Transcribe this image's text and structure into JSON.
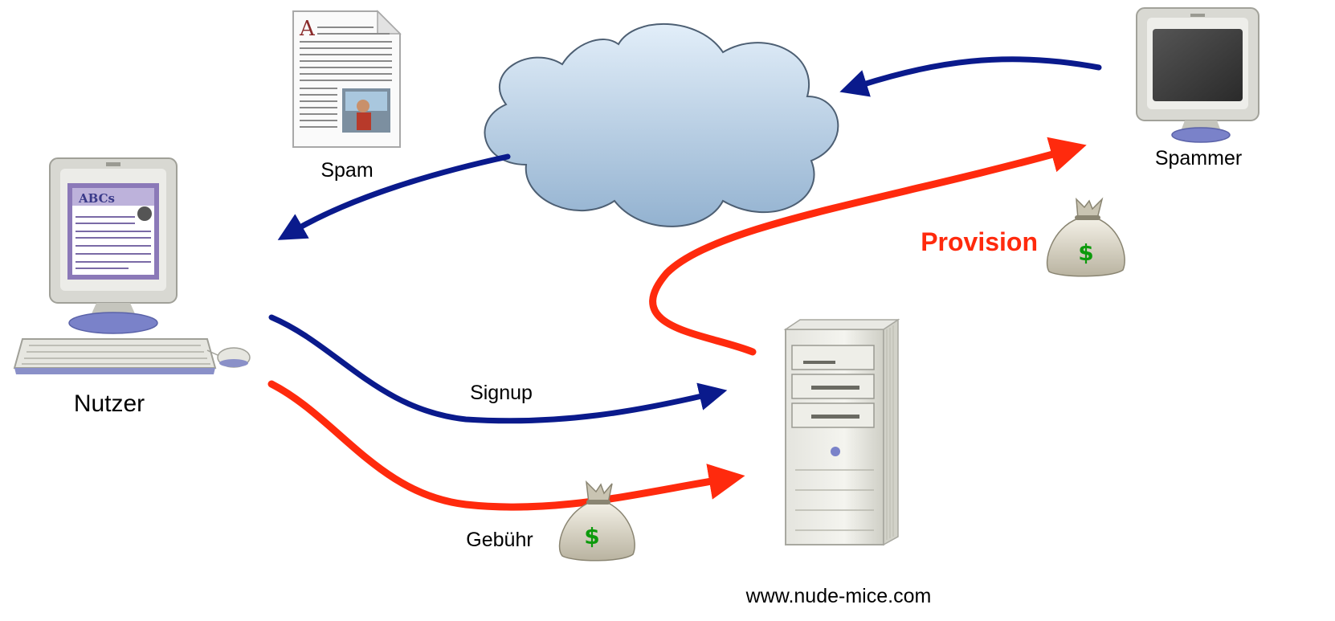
{
  "nodes": {
    "nutzer": {
      "label": "Nutzer",
      "icon": "desktop-computer-icon"
    },
    "spammer": {
      "label": "Spammer",
      "icon": "crt-monitor-icon"
    },
    "spam": {
      "label": "Spam",
      "icon": "document-icon"
    },
    "server": {
      "label": "www.nude-mice.com",
      "icon": "tower-server-icon"
    },
    "internet": {
      "icon": "cloud-icon"
    }
  },
  "edges": {
    "signup": {
      "label": "Signup",
      "color": "#0a1a8c"
    },
    "gebuehr": {
      "label": "Gebühr",
      "color": "#ff2a0d",
      "icon": "money-bag-icon",
      "symbol": "$"
    },
    "provision": {
      "label": "Provision",
      "color": "#ff2a0d",
      "icon": "money-bag-icon",
      "symbol": "$"
    },
    "spam_send": {
      "color": "#0a1a8c"
    },
    "spam_deliver": {
      "color": "#0a1a8c"
    }
  }
}
